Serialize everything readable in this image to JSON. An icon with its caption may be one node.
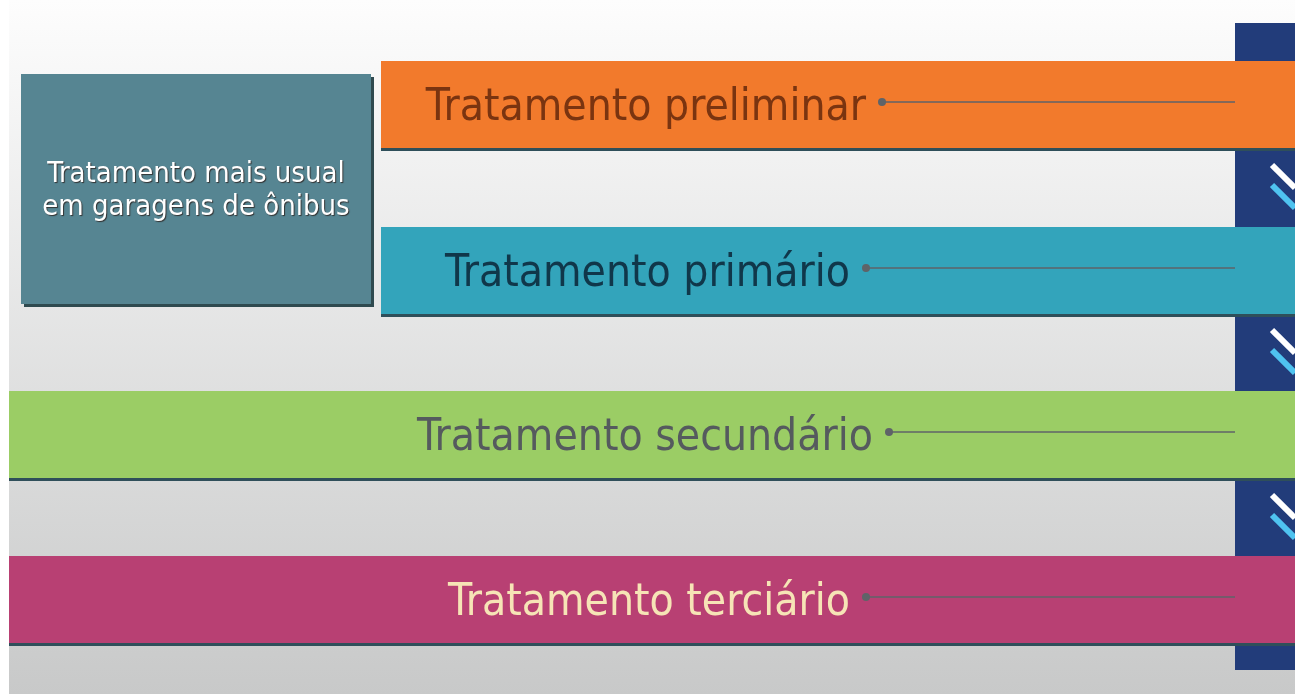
{
  "diagram": {
    "nodes": [
      {
        "text": [
          "Tratamento mais usual em garagens de ônibus"
        ]
      },
      {
        "text": [
          "Tratamento preliminar"
        ]
      },
      {
        "text": [
          "Tratamento primário"
        ]
      },
      {
        "text": [
          "Tratamento secundário"
        ]
      },
      {
        "text": [
          "Tratamento terciário"
        ]
      },
      {
        "text": [],
        "shape": "bar"
      }
    ],
    "edges": [
      {
        "from": 1,
        "to": 5,
        "arrow": "other"
      },
      {
        "from": 2,
        "to": 5,
        "arrow": "other"
      },
      {
        "from": 3,
        "to": 5,
        "arrow": "other"
      },
      {
        "from": 4,
        "to": 5,
        "arrow": "other"
      }
    ]
  }
}
